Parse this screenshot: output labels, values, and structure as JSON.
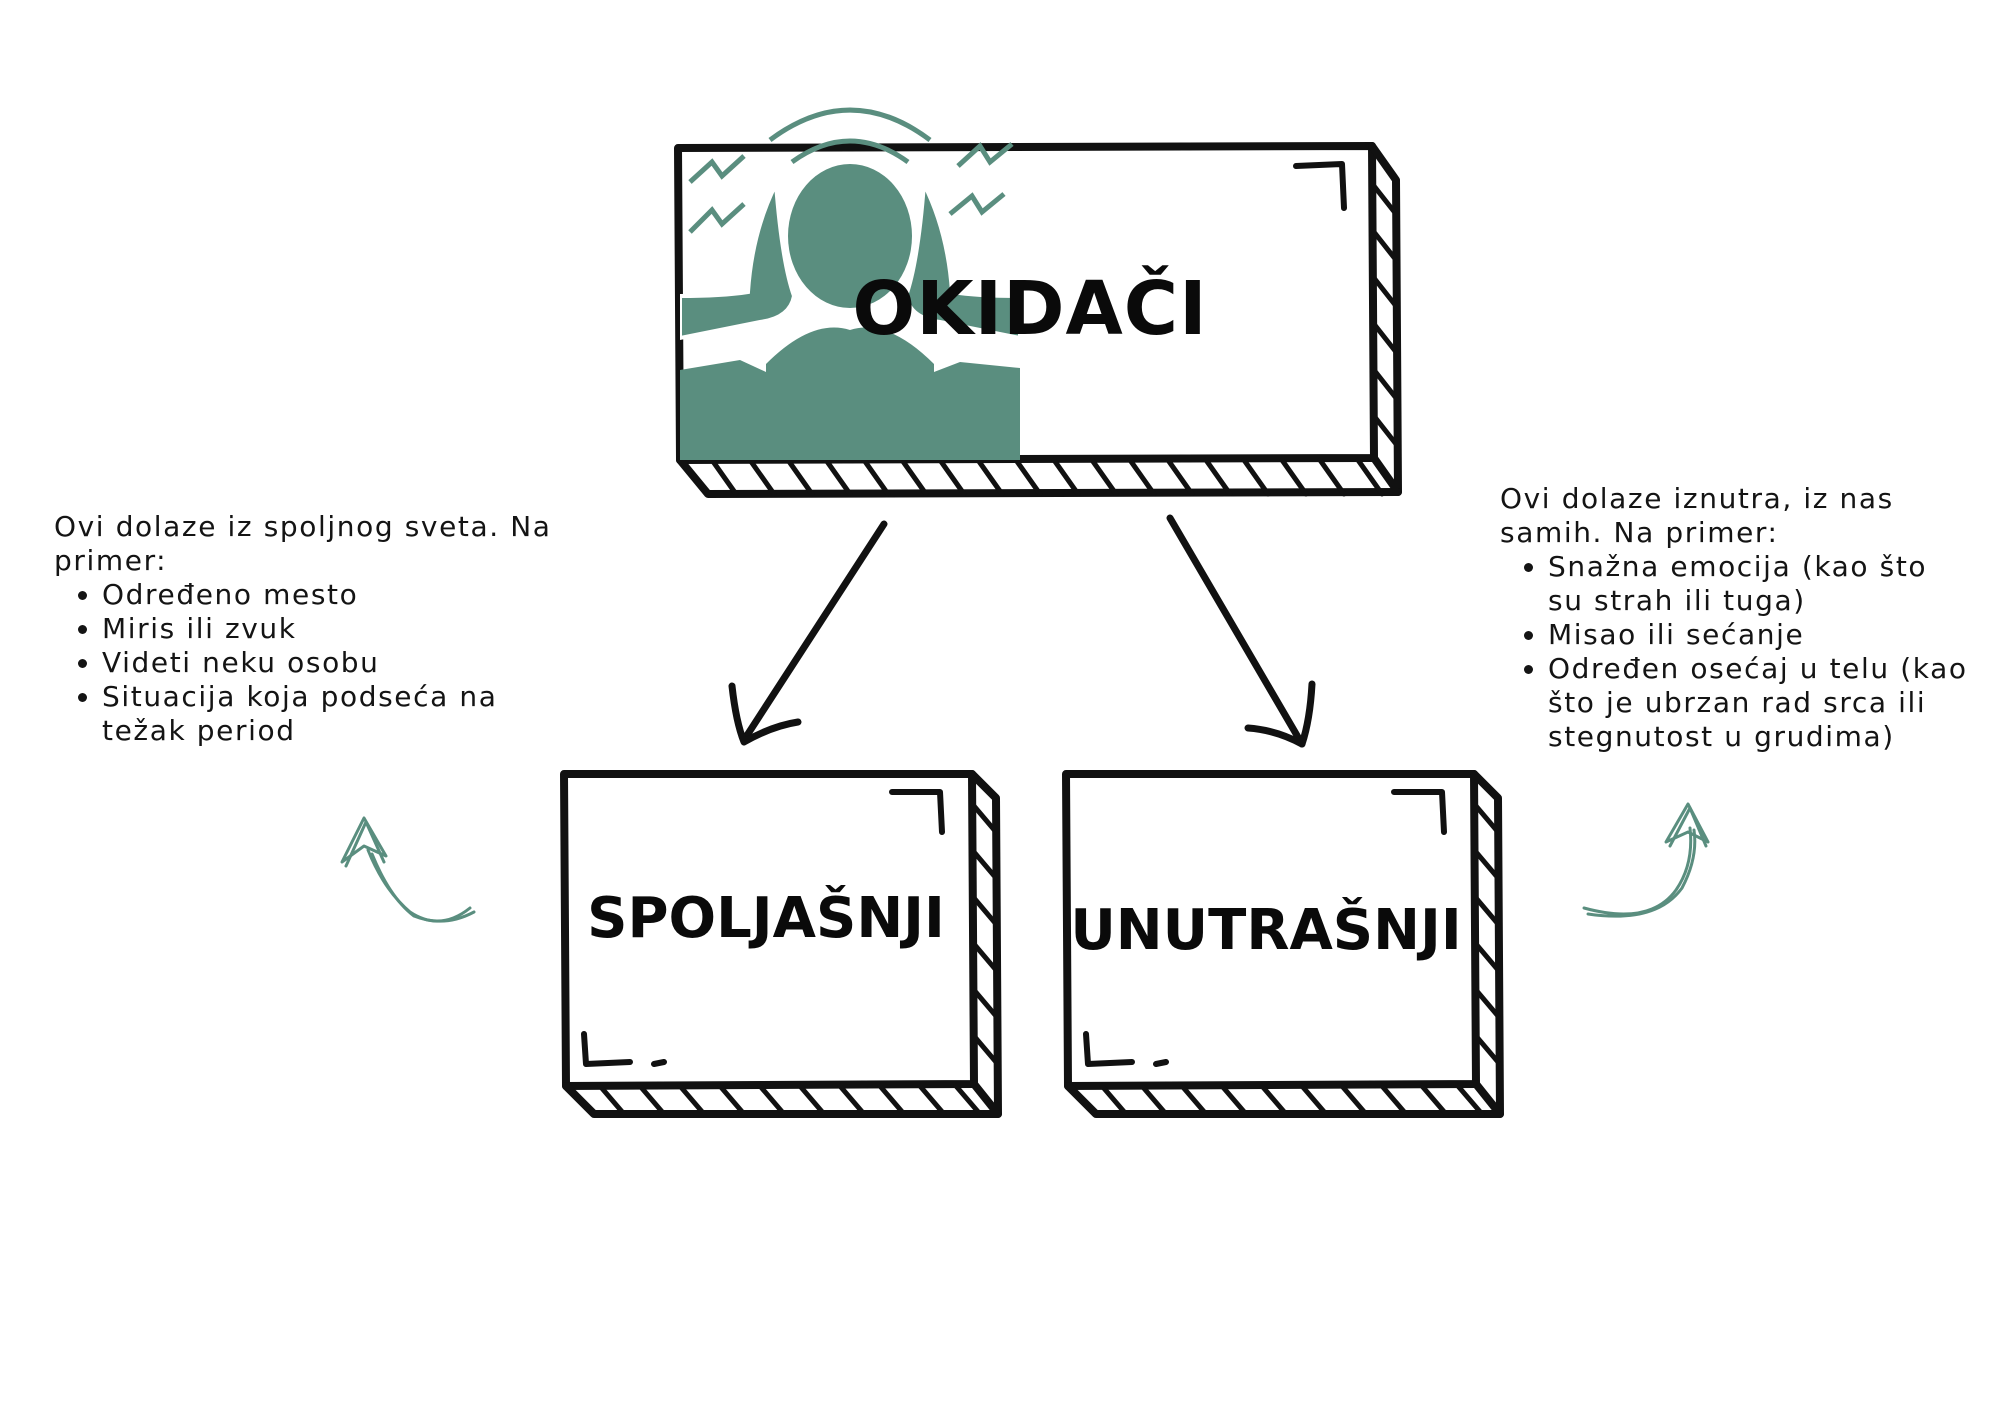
{
  "diagram": {
    "main_box": {
      "label": "OKIDAČI"
    },
    "external_box": {
      "label": "SPOLJAŠNJI"
    },
    "internal_box": {
      "label": "UNUTRAŠNJI"
    },
    "external_note": {
      "intro": "Ovi dolaze iz spoljnog sveta. Na primer:",
      "items": [
        "Određeno mesto",
        "Miris ili zvuk",
        "Videti neku osobu",
        "Situacija koja podseća na težak period"
      ]
    },
    "internal_note": {
      "intro": "Ovi dolaze iznutra, iz nas samih. Na primer:",
      "items": [
        "Snažna emocija (kao što su strah ili tuga)",
        "Misao ili sećanje",
        "Određen osećaj u telu (kao što je ubrzan rad srca ili stegnutost u grudima)"
      ]
    },
    "colors": {
      "ink": "#111111",
      "accent": "#5a8e7f"
    },
    "icons": [
      "stressed-person-icon",
      "curved-arrow-icon"
    ]
  }
}
